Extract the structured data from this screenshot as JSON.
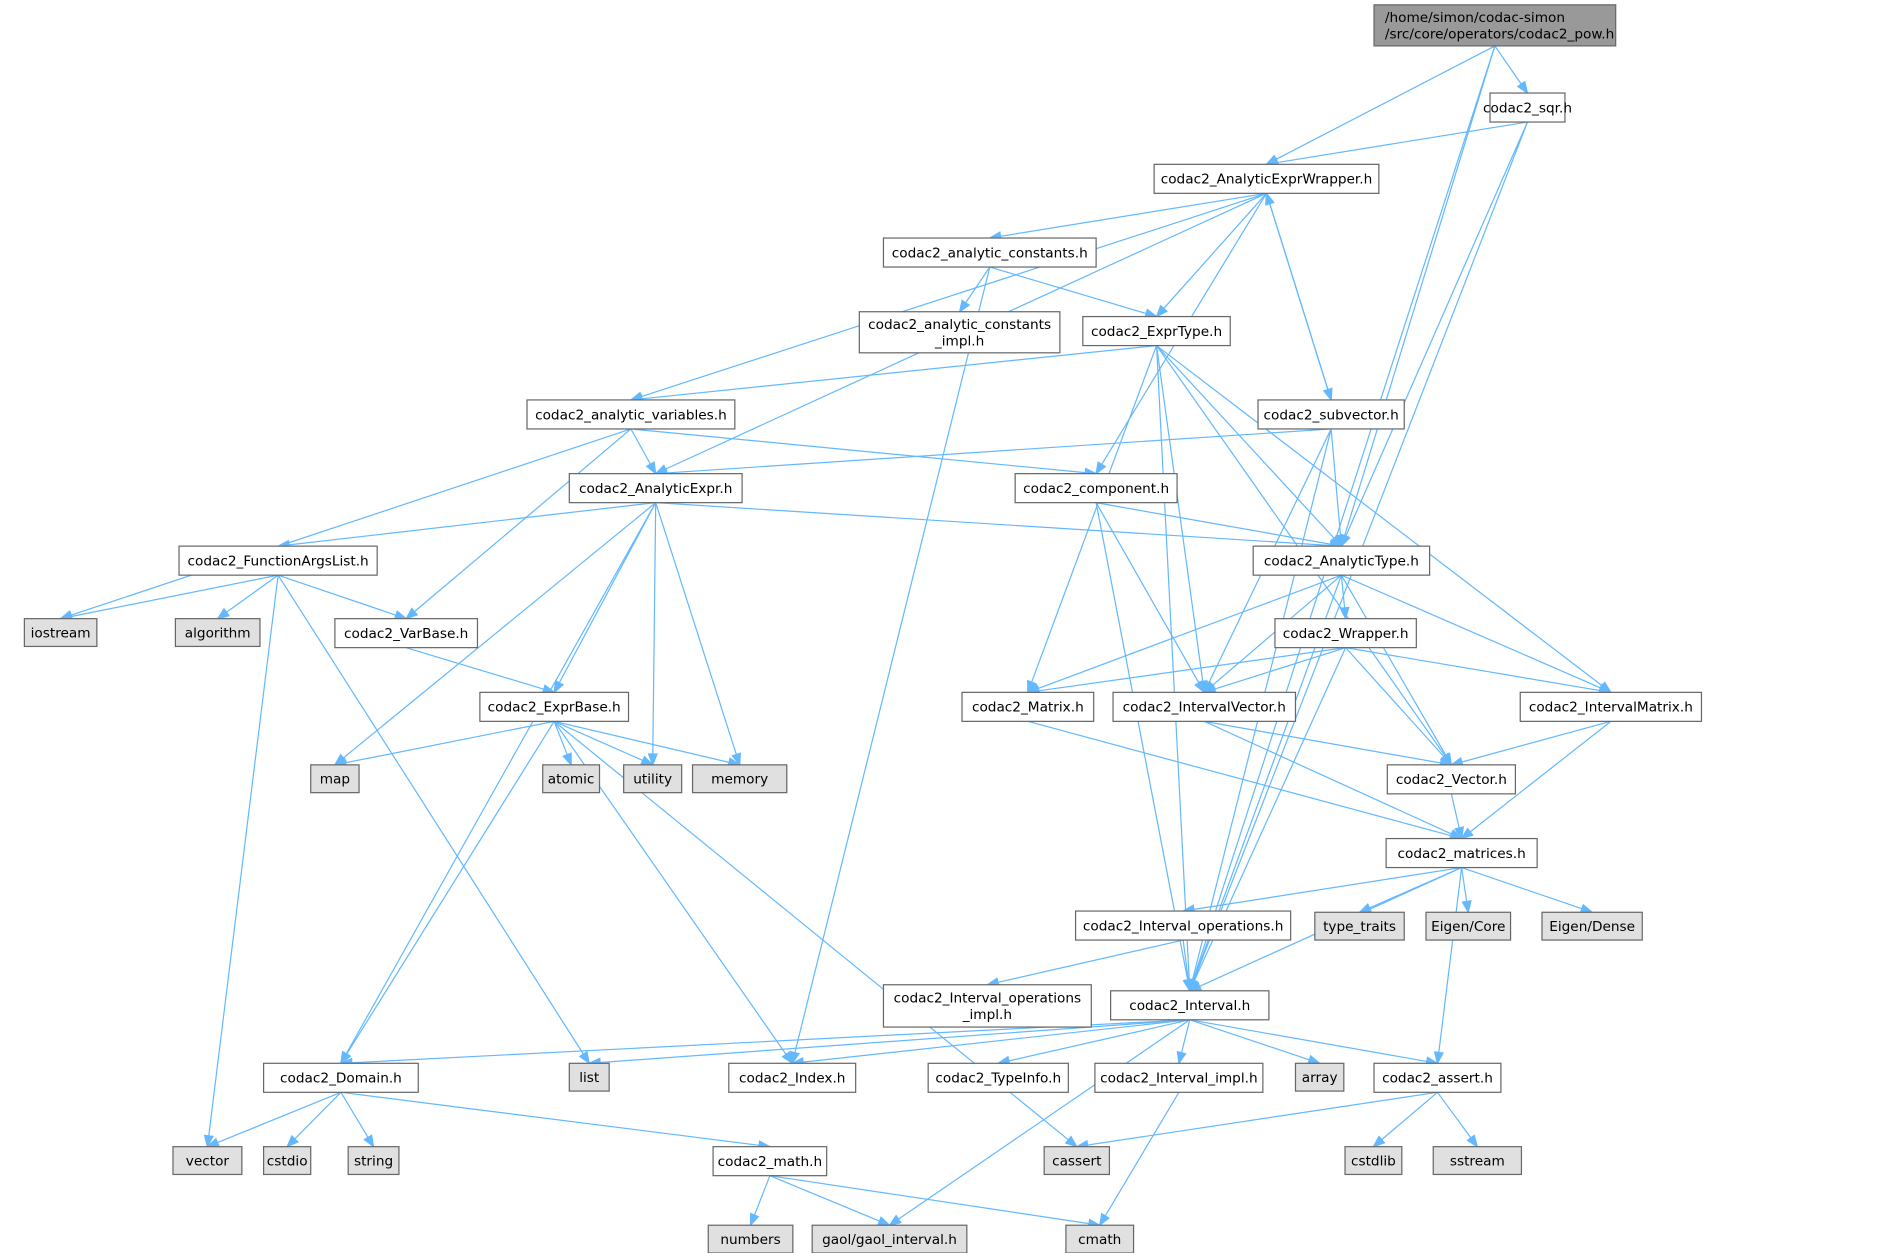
{
  "title": "/home/simon/codac-simon/src/core/operators/codac2_pow.h",
  "colors": {
    "root_fill": "#999999",
    "header_fill": "#ffffff",
    "system_fill": "#e0e0e0",
    "edge": "#63b8ff",
    "border": "#666666"
  },
  "nodes": {
    "pow": {
      "lines": [
        "/home/simon/codac-simon",
        "/src/core/operators/codac2_pow.h"
      ],
      "kind": "root"
    },
    "sqr": {
      "lines": [
        "codac2_sqr.h"
      ],
      "kind": "header"
    },
    "aew": {
      "lines": [
        "codac2_AnalyticExprWrapper.h"
      ],
      "kind": "header"
    },
    "aconst": {
      "lines": [
        "codac2_analytic_constants.h"
      ],
      "kind": "header"
    },
    "aconst_impl": {
      "lines": [
        "codac2_analytic_constants",
        "_impl.h"
      ],
      "kind": "header"
    },
    "exprtype": {
      "lines": [
        "codac2_ExprType.h"
      ],
      "kind": "header"
    },
    "subvector": {
      "lines": [
        "codac2_subvector.h"
      ],
      "kind": "header"
    },
    "avars": {
      "lines": [
        "codac2_analytic_variables.h"
      ],
      "kind": "header"
    },
    "aexpr": {
      "lines": [
        "codac2_AnalyticExpr.h"
      ],
      "kind": "header"
    },
    "component": {
      "lines": [
        "codac2_component.h"
      ],
      "kind": "header"
    },
    "atype": {
      "lines": [
        "codac2_AnalyticType.h"
      ],
      "kind": "header"
    },
    "fargs": {
      "lines": [
        "codac2_FunctionArgsList.h"
      ],
      "kind": "header"
    },
    "iostream": {
      "lines": [
        "iostream"
      ],
      "kind": "system"
    },
    "algorithm": {
      "lines": [
        "algorithm"
      ],
      "kind": "system"
    },
    "varbase": {
      "lines": [
        "codac2_VarBase.h"
      ],
      "kind": "header"
    },
    "wrapper": {
      "lines": [
        "codac2_Wrapper.h"
      ],
      "kind": "header"
    },
    "exprbase": {
      "lines": [
        "codac2_ExprBase.h"
      ],
      "kind": "header"
    },
    "matrix": {
      "lines": [
        "codac2_Matrix.h"
      ],
      "kind": "header"
    },
    "ivector": {
      "lines": [
        "codac2_IntervalVector.h"
      ],
      "kind": "header"
    },
    "imatrix": {
      "lines": [
        "codac2_IntervalMatrix.h"
      ],
      "kind": "header"
    },
    "vector_h": {
      "lines": [
        "codac2_Vector.h"
      ],
      "kind": "header"
    },
    "map": {
      "lines": [
        "map"
      ],
      "kind": "system"
    },
    "atomic": {
      "lines": [
        "atomic"
      ],
      "kind": "system"
    },
    "utility": {
      "lines": [
        "utility"
      ],
      "kind": "system"
    },
    "memory": {
      "lines": [
        "memory"
      ],
      "kind": "system"
    },
    "matrices": {
      "lines": [
        "codac2_matrices.h"
      ],
      "kind": "header"
    },
    "iops": {
      "lines": [
        "codac2_Interval_operations.h"
      ],
      "kind": "header"
    },
    "type_traits": {
      "lines": [
        "type_traits"
      ],
      "kind": "system"
    },
    "eigencore": {
      "lines": [
        "Eigen/Core"
      ],
      "kind": "system"
    },
    "eigendense": {
      "lines": [
        "Eigen/Dense"
      ],
      "kind": "system"
    },
    "iops_impl": {
      "lines": [
        "codac2_Interval_operations",
        "_impl.h"
      ],
      "kind": "header"
    },
    "interval": {
      "lines": [
        "codac2_Interval.h"
      ],
      "kind": "header"
    },
    "domain": {
      "lines": [
        "codac2_Domain.h"
      ],
      "kind": "header"
    },
    "list": {
      "lines": [
        "list"
      ],
      "kind": "system"
    },
    "index": {
      "lines": [
        "codac2_Index.h"
      ],
      "kind": "header"
    },
    "typeinfo": {
      "lines": [
        "codac2_TypeInfo.h"
      ],
      "kind": "header"
    },
    "iimpl": {
      "lines": [
        "codac2_Interval_impl.h"
      ],
      "kind": "header"
    },
    "array": {
      "lines": [
        "array"
      ],
      "kind": "system"
    },
    "assert": {
      "lines": [
        "codac2_assert.h"
      ],
      "kind": "header"
    },
    "vector": {
      "lines": [
        "vector"
      ],
      "kind": "system"
    },
    "cstdio": {
      "lines": [
        "cstdio"
      ],
      "kind": "system"
    },
    "string": {
      "lines": [
        "string"
      ],
      "kind": "system"
    },
    "math": {
      "lines": [
        "codac2_math.h"
      ],
      "kind": "header"
    },
    "cassert": {
      "lines": [
        "cassert"
      ],
      "kind": "system"
    },
    "numbers": {
      "lines": [
        "numbers"
      ],
      "kind": "system"
    },
    "gaol": {
      "lines": [
        "gaol/gaol_interval.h"
      ],
      "kind": "system"
    },
    "cmath": {
      "lines": [
        "cmath"
      ],
      "kind": "system"
    },
    "cstdlib": {
      "lines": [
        "cstdlib"
      ],
      "kind": "system"
    },
    "sstream": {
      "lines": [
        "sstream"
      ],
      "kind": "system"
    }
  },
  "edges": [
    [
      "pow",
      "aew"
    ],
    [
      "pow",
      "atype"
    ],
    [
      "pow",
      "sqr"
    ],
    [
      "pow",
      "interval"
    ],
    [
      "sqr",
      "aew"
    ],
    [
      "sqr",
      "atype"
    ],
    [
      "sqr",
      "interval"
    ],
    [
      "aew",
      "avars"
    ],
    [
      "aew",
      "aexpr"
    ],
    [
      "aew",
      "aconst"
    ],
    [
      "aew",
      "exprtype"
    ],
    [
      "aew",
      "component"
    ],
    [
      "aew",
      "subvector"
    ],
    [
      "subvector",
      "aew"
    ],
    [
      "subvector",
      "aexpr"
    ],
    [
      "subvector",
      "atype"
    ],
    [
      "subvector",
      "ivector"
    ],
    [
      "subvector",
      "interval"
    ],
    [
      "aconst",
      "aconst_impl"
    ],
    [
      "aconst",
      "exprtype"
    ],
    [
      "aconst",
      "index"
    ],
    [
      "exprtype",
      "avars"
    ],
    [
      "exprtype",
      "matrix"
    ],
    [
      "exprtype",
      "ivector"
    ],
    [
      "exprtype",
      "atype"
    ],
    [
      "exprtype",
      "vector_h"
    ],
    [
      "exprtype",
      "imatrix"
    ],
    [
      "exprtype",
      "interval"
    ],
    [
      "avars",
      "iostream"
    ],
    [
      "avars",
      "aexpr"
    ],
    [
      "avars",
      "varbase"
    ],
    [
      "avars",
      "component"
    ],
    [
      "aexpr",
      "fargs"
    ],
    [
      "aexpr",
      "domain"
    ],
    [
      "aexpr",
      "map"
    ],
    [
      "aexpr",
      "exprbase"
    ],
    [
      "aexpr",
      "utility"
    ],
    [
      "aexpr",
      "memory"
    ],
    [
      "aexpr",
      "atype"
    ],
    [
      "component",
      "atype"
    ],
    [
      "component",
      "ivector"
    ],
    [
      "component",
      "interval"
    ],
    [
      "fargs",
      "iostream"
    ],
    [
      "fargs",
      "algorithm"
    ],
    [
      "fargs",
      "vector"
    ],
    [
      "fargs",
      "list"
    ],
    [
      "fargs",
      "varbase"
    ],
    [
      "varbase",
      "exprbase"
    ],
    [
      "exprbase",
      "map"
    ],
    [
      "exprbase",
      "atomic"
    ],
    [
      "exprbase",
      "utility"
    ],
    [
      "exprbase",
      "memory"
    ],
    [
      "exprbase",
      "domain"
    ],
    [
      "exprbase",
      "index"
    ],
    [
      "exprbase",
      "cassert"
    ],
    [
      "atype",
      "wrapper"
    ],
    [
      "atype",
      "matrix"
    ],
    [
      "atype",
      "ivector"
    ],
    [
      "atype",
      "imatrix"
    ],
    [
      "atype",
      "vector_h"
    ],
    [
      "atype",
      "interval"
    ],
    [
      "wrapper",
      "matrix"
    ],
    [
      "wrapper",
      "ivector"
    ],
    [
      "wrapper",
      "imatrix"
    ],
    [
      "wrapper",
      "vector_h"
    ],
    [
      "wrapper",
      "interval"
    ],
    [
      "matrix",
      "matrices"
    ],
    [
      "ivector",
      "vector_h"
    ],
    [
      "ivector",
      "matrices"
    ],
    [
      "imatrix",
      "vector_h"
    ],
    [
      "imatrix",
      "matrices"
    ],
    [
      "vector_h",
      "matrices"
    ],
    [
      "matrices",
      "iops"
    ],
    [
      "matrices",
      "type_traits"
    ],
    [
      "matrices",
      "eigencore"
    ],
    [
      "matrices",
      "eigendense"
    ],
    [
      "matrices",
      "interval"
    ],
    [
      "matrices",
      "assert"
    ],
    [
      "iops",
      "iops_impl"
    ],
    [
      "iops",
      "interval"
    ],
    [
      "interval",
      "domain"
    ],
    [
      "interval",
      "list"
    ],
    [
      "interval",
      "index"
    ],
    [
      "interval",
      "typeinfo"
    ],
    [
      "interval",
      "iimpl"
    ],
    [
      "interval",
      "array"
    ],
    [
      "interval",
      "assert"
    ],
    [
      "interval",
      "gaol"
    ],
    [
      "domain",
      "vector"
    ],
    [
      "domain",
      "cstdio"
    ],
    [
      "domain",
      "string"
    ],
    [
      "domain",
      "math"
    ],
    [
      "math",
      "numbers"
    ],
    [
      "math",
      "gaol"
    ],
    [
      "math",
      "cmath"
    ],
    [
      "iimpl",
      "cmath"
    ],
    [
      "assert",
      "cassert"
    ],
    [
      "assert",
      "cstdlib"
    ],
    [
      "assert",
      "sstream"
    ]
  ]
}
